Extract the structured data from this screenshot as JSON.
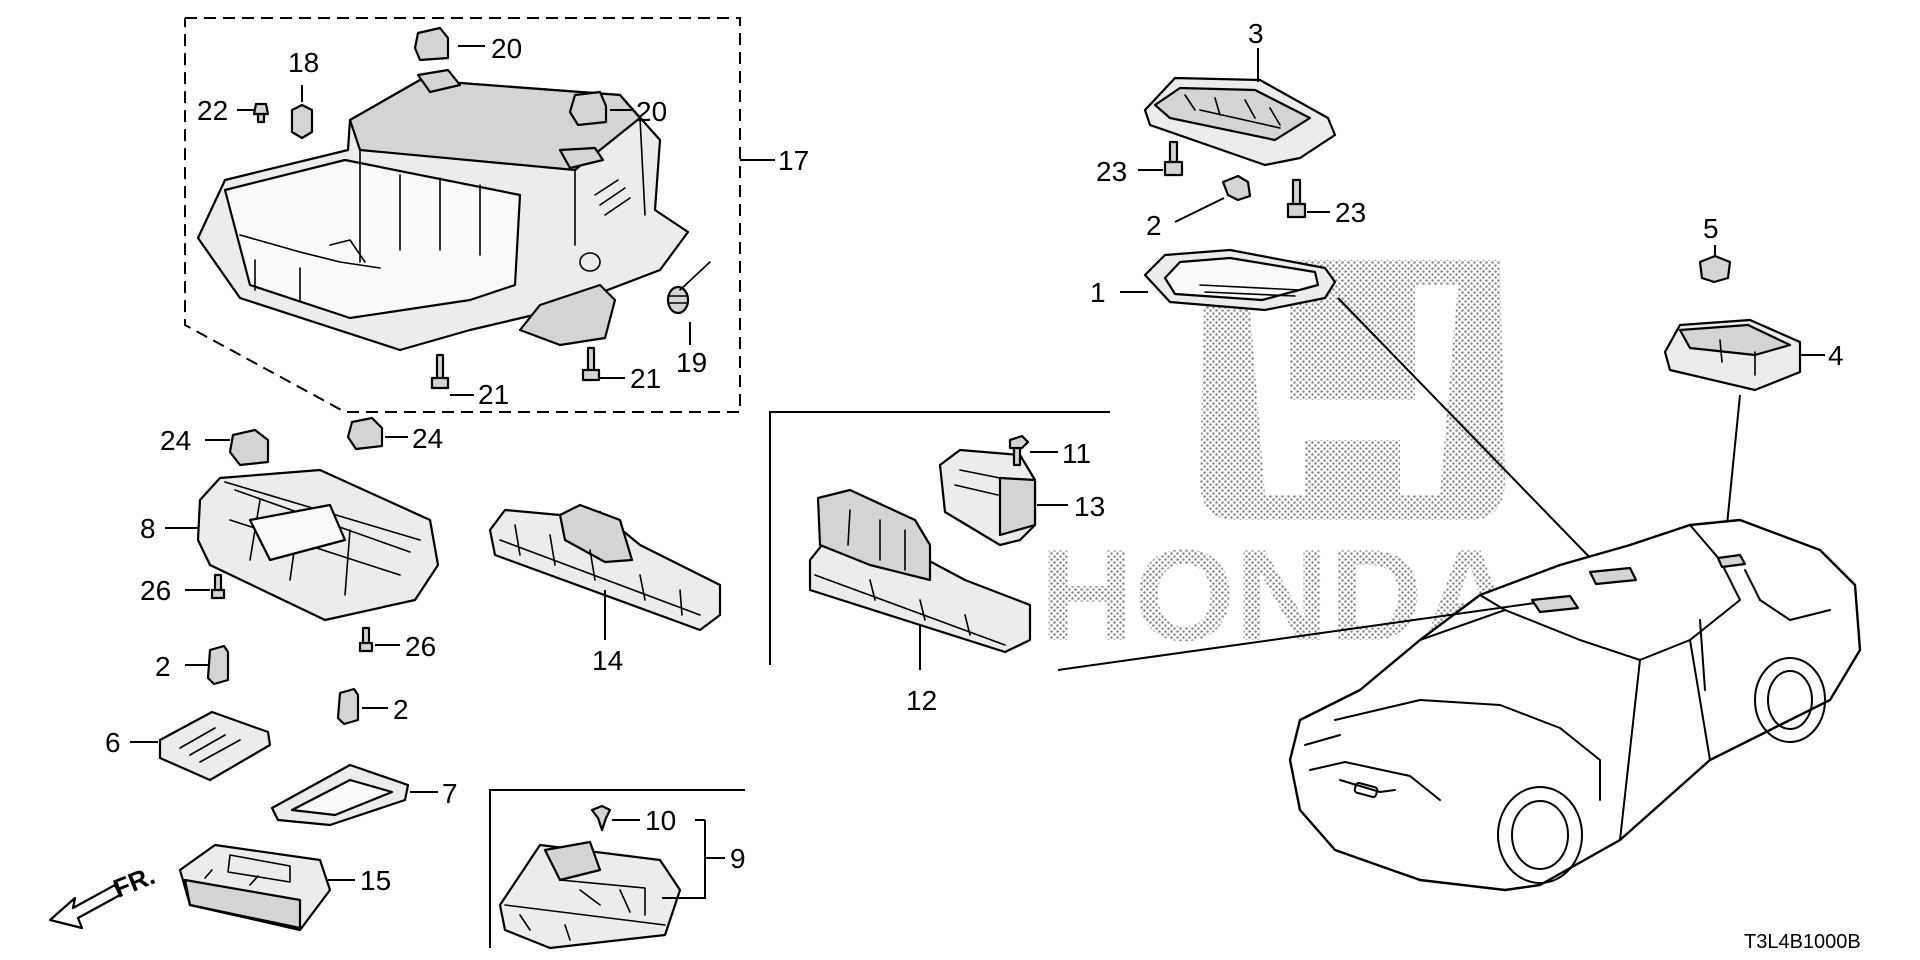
{
  "diagram": {
    "part_labels": {
      "p1": "1",
      "p2a": "2",
      "p2b": "2",
      "p2c": "2",
      "p3": "3",
      "p4": "4",
      "p5": "5",
      "p6": "6",
      "p7": "7",
      "p8": "8",
      "p9": "9",
      "p10": "10",
      "p11": "11",
      "p12": "12",
      "p13": "13",
      "p14": "14",
      "p15": "15",
      "p17": "17",
      "p18": "18",
      "p19": "19",
      "p20a": "20",
      "p20b": "20",
      "p21a": "21",
      "p21b": "21",
      "p22": "22",
      "p23a": "23",
      "p23b": "23",
      "p24a": "24",
      "p24b": "24",
      "p26a": "26",
      "p26b": "26"
    },
    "direction_label": "FR.",
    "diagram_code": "T3L4B1000B",
    "watermark": "HONDA"
  }
}
